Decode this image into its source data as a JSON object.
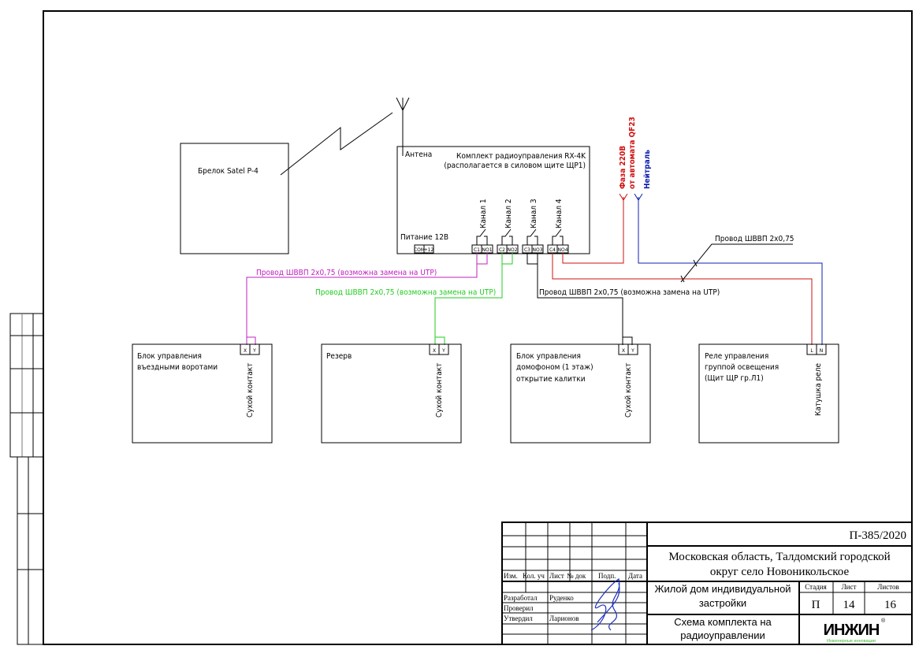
{
  "colors": {
    "magenta": "#c020c0",
    "green": "#22cc22",
    "red": "#d01010",
    "darkred": "#b01010",
    "blue": "#1020b0",
    "signature": "#2030c0",
    "logo_green": "#3cb830"
  },
  "keyfob": {
    "label": "Брелок Satel P-4"
  },
  "receiver": {
    "antenna_label": "Антена",
    "title": "Комплект радиоуправления RX-4K",
    "subtitle": "(располагается в силовом щите ЩР1)",
    "power_label": "Питание 12В",
    "power_terminals": [
      "COM",
      "+12"
    ],
    "channels": [
      "Канал 1",
      "Канал 2",
      "Канал 3",
      "Канал 4"
    ],
    "terminals": [
      "C1",
      "NO1",
      "C2",
      "NO2",
      "C3",
      "NO3",
      "C4",
      "NO4"
    ]
  },
  "supply": {
    "phase_line1": "Фаза 220В",
    "phase_line2": "от автомата QF23",
    "neutral": "Нейтраль"
  },
  "wires": {
    "ch1": "Провод ШВВП 2х0,75 (возможна замена на UTP)",
    "ch2": "Провод ШВВП 2х0,75 (возможна замена на UTP)",
    "ch3": "Провод ШВВП 2х0,75 (возможна замена на UTP)",
    "ch4": "Провод ШВВП 2х0,75"
  },
  "blocks": [
    {
      "lines": [
        "Блок управления",
        "въездными воротами"
      ],
      "terminals": [
        "X",
        "Y"
      ],
      "contact": "Сухой контакт"
    },
    {
      "lines": [
        "Резерв"
      ],
      "terminals": [
        "X",
        "Y"
      ],
      "contact": "Сухой контакт"
    },
    {
      "lines": [
        "Блок управления",
        "домофоном (1 этаж)",
        "открытие калитки"
      ],
      "terminals": [
        "X",
        "Y"
      ],
      "contact": "Сухой контакт"
    },
    {
      "lines": [
        "Реле управления",
        "группой освещения",
        "(Щит ЩР гр.Л1)"
      ],
      "terminals": [
        "L",
        "N"
      ],
      "contact": "Катушка реле"
    }
  ],
  "titleblock": {
    "code": "П-385/2020",
    "location_line1": "Московская область, Талдомский городской",
    "location_line2": "округ село Новоникольское",
    "object_line1": "Жилой дом индивидуальной",
    "object_line2": "застройки",
    "sheet_title_line1": "Схема комплекта на",
    "sheet_title_line2": "радиоуправлении",
    "headers": [
      "Изм.",
      "Кол. уч",
      "Лист",
      "№ док",
      "Подп.",
      "Дата"
    ],
    "stage_label": "Стадия",
    "sheet_label": "Лист",
    "sheets_label": "Листов",
    "stage": "П",
    "sheet": "14",
    "sheets": "16",
    "roles": [
      {
        "role": "Разработал",
        "name": "Руденко"
      },
      {
        "role": "Проверил",
        "name": ""
      },
      {
        "role": "Утвердил",
        "name": "Ларионов"
      }
    ],
    "logo": {
      "text": "ИНЖИН",
      "tagline": "Инженерные инновации",
      "reg": "®"
    }
  }
}
